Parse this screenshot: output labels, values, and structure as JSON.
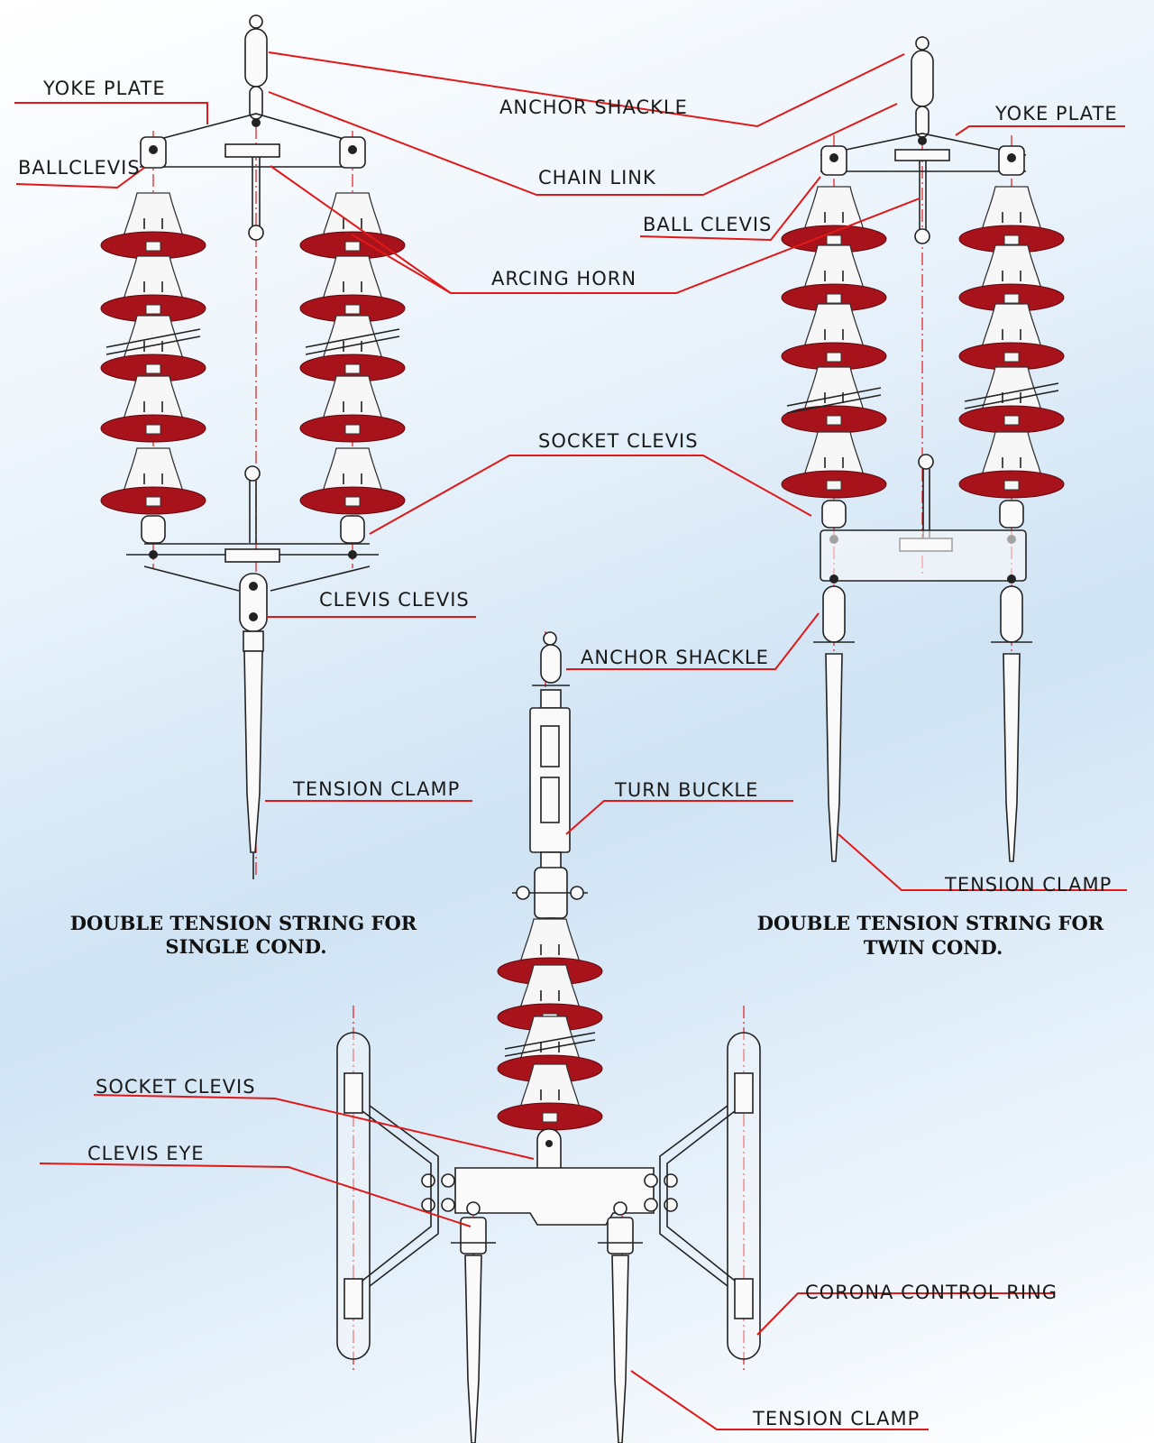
{
  "labels": {
    "yoke_plate_left": "YOKE  PLATE",
    "ball_clevis_left": "BALLCLEVIS",
    "anchor_shackle_top": "ANCHOR  SHACKLE",
    "chain_link": "CHAIN  LINK",
    "yoke_plate_right": "YOKE  PLATE",
    "ball_clevis_right": "BALL  CLEVIS",
    "arcing_horn": "ARCING  HORN",
    "socket_clevis_top": "SOCKET  CLEVIS",
    "clevis_clevis": "CLEVIS  CLEVIS",
    "anchor_shackle_mid": "ANCHOR  SHACKLE",
    "tension_clamp_left": "TENSION  CLAMP",
    "turn_buckle": "TURN  BUCKLE",
    "tension_clamp_right": "TENSION  CLAMP",
    "socket_clevis_bottom": "SOCKET  CLEVIS",
    "clevis_eye": "CLEVIS  EYE",
    "corona_control_ring": "CORONA  CONTROL  RING",
    "tension_clamp_bottom": "TENSION  CLAMP"
  },
  "captions": {
    "single": [
      "DOUBLE TENSION STRING FOR",
      "SINGLE COND."
    ],
    "twin": [
      "DOUBLE TENSION STRING FOR",
      "TWIN COND."
    ]
  },
  "colors": {
    "insulator_shed": "#a8131b",
    "leader_line": "#e01818",
    "background": "#dbe9f6"
  }
}
